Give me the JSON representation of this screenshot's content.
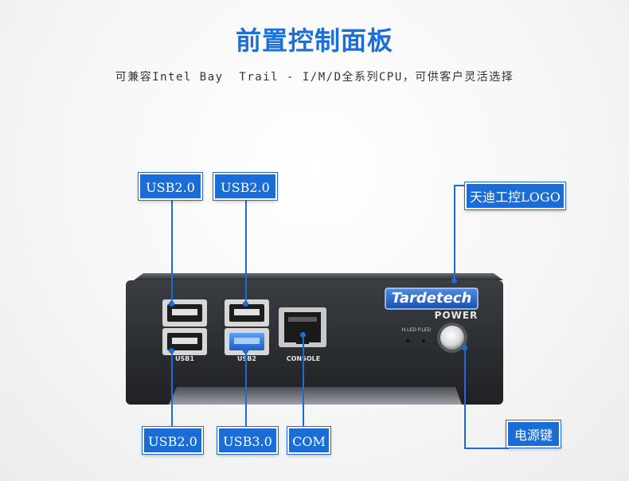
{
  "header": {
    "title": "前置控制面板",
    "subtitle": "可兼容Intel Bay  Trail - I/M/D全系列CPU，可供客户灵活选择"
  },
  "device": {
    "brand": "Tardetech",
    "power_label": "POWER",
    "led_labels": "H.LED P.LED",
    "usb1_label": "USB1",
    "usb2_label": "USB2",
    "console_label": "CONSOLE"
  },
  "callouts": {
    "usb_top_left": "USB2.0",
    "usb_top_right": "USB2.0",
    "logo": "天迪工控LOGO",
    "usb_bottom_left": "USB2.0",
    "usb3": "USB3.0",
    "com": "COM",
    "power_key": "电源键"
  },
  "colors": {
    "accent": "#1a6cd7",
    "device_body": "#2b2d31",
    "usb3_blue": "#2f7ee8"
  }
}
